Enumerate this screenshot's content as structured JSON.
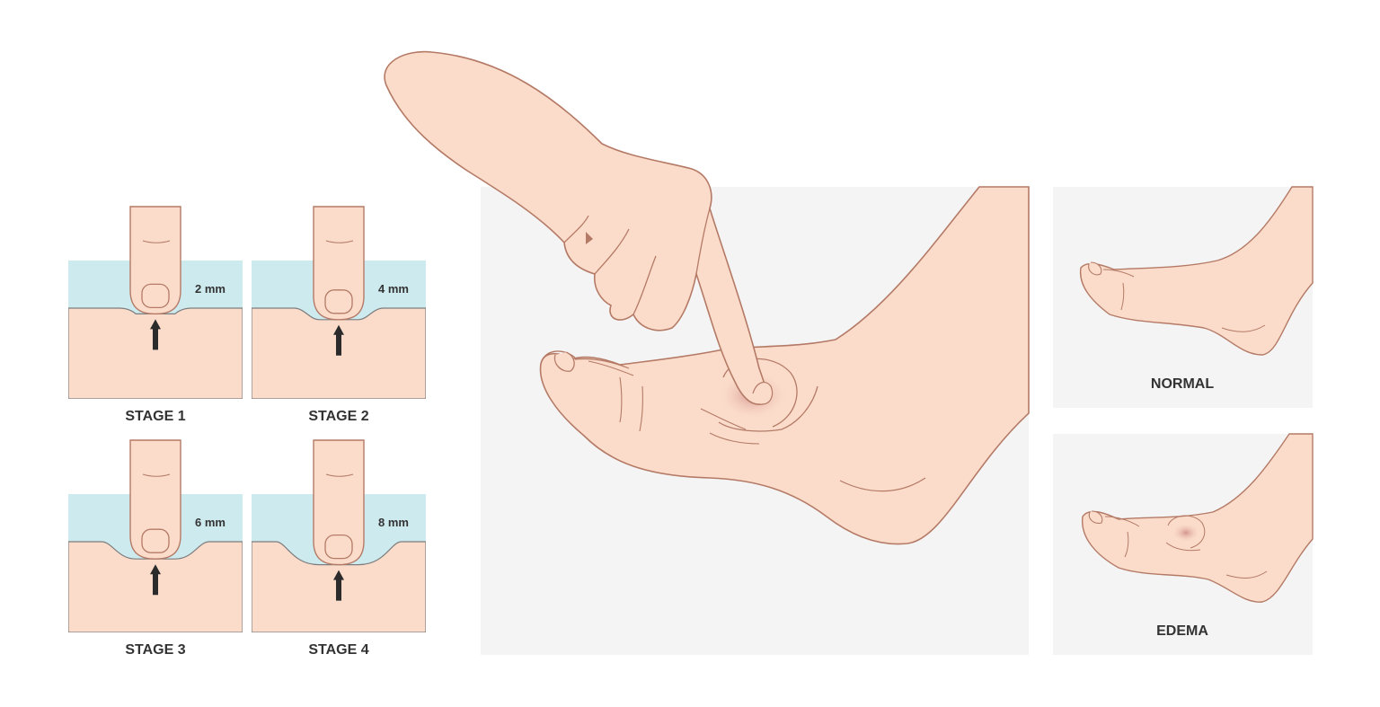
{
  "stages": [
    {
      "label": "STAGE 1",
      "depth": "2 mm",
      "depth_mm": 2
    },
    {
      "label": "STAGE 2",
      "depth": "4 mm",
      "depth_mm": 4
    },
    {
      "label": "STAGE 3",
      "depth": "6 mm",
      "depth_mm": 6
    },
    {
      "label": "STAGE 4",
      "depth": "8 mm",
      "depth_mm": 8
    }
  ],
  "comparison": {
    "normal_label": "NORMAL",
    "edema_label": "EDEMA"
  },
  "colors": {
    "skin": "#fbdccb",
    "skin_outline": "#b47a66",
    "water": "#cdeaef",
    "panel_bg": "#f4f4f4",
    "text": "#333333",
    "pit_shadow": "#d89a92"
  }
}
